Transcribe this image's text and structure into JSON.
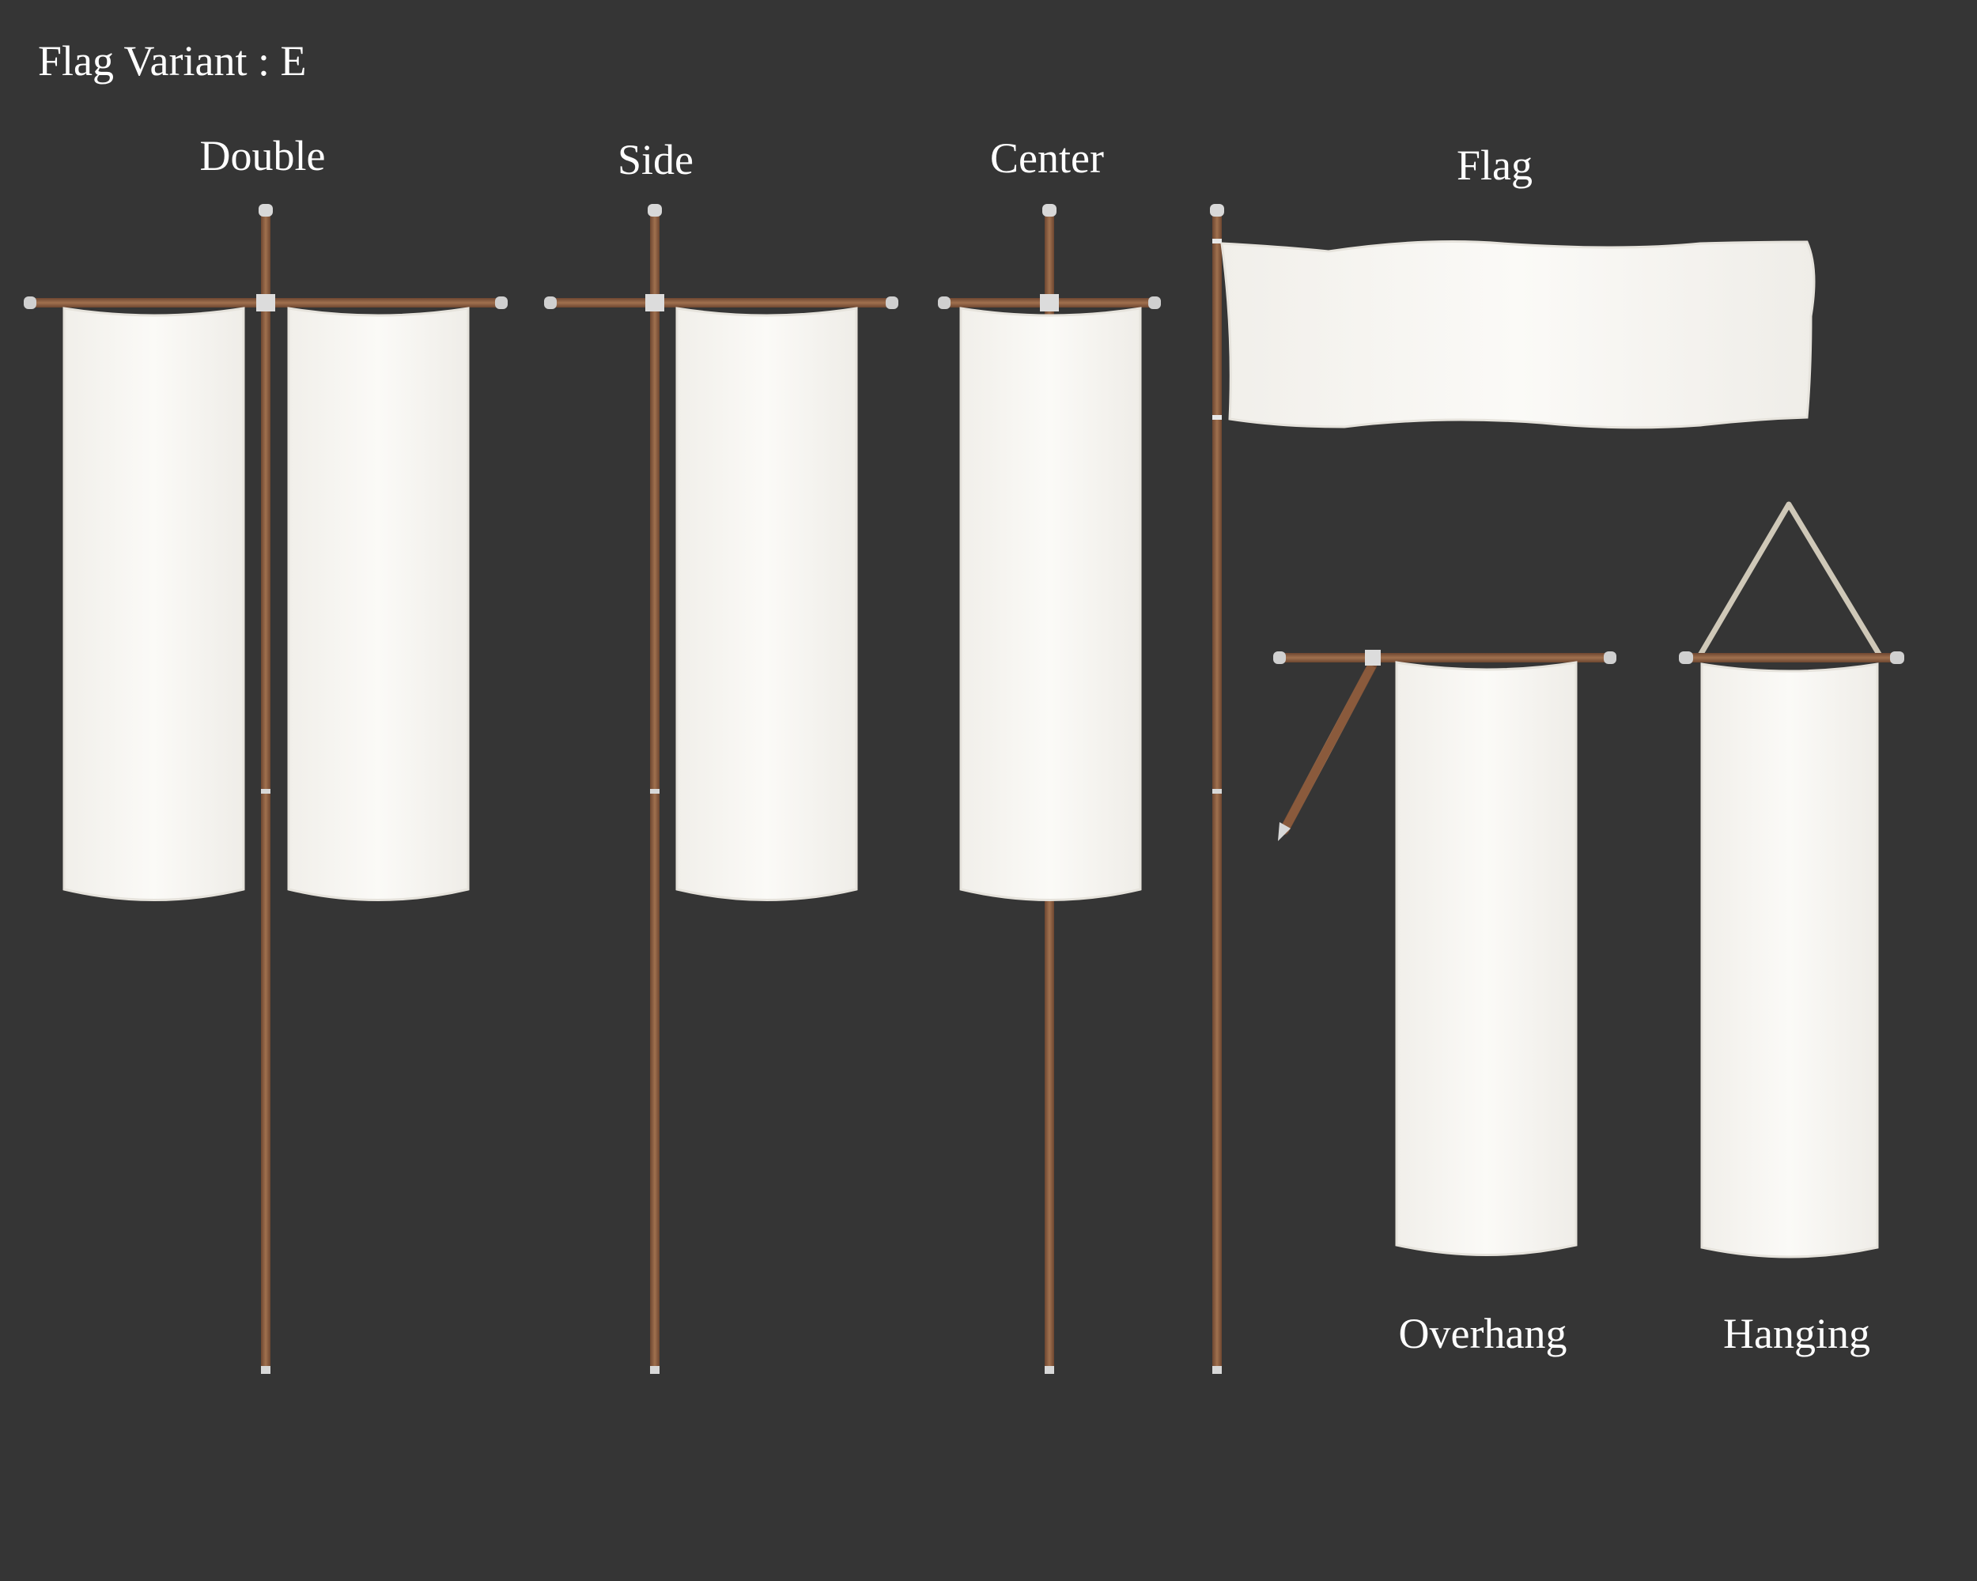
{
  "title": "Flag Variant : E",
  "variants": [
    {
      "id": "double",
      "label": "Double"
    },
    {
      "id": "side",
      "label": "Side"
    },
    {
      "id": "center",
      "label": "Center"
    },
    {
      "id": "flag",
      "label": "Flag"
    },
    {
      "id": "overhang",
      "label": "Overhang"
    },
    {
      "id": "hanging",
      "label": "Hanging"
    }
  ],
  "colors": {
    "background": "#353535",
    "wood": "#8a5a3c",
    "metal": "#d8d8d8",
    "cloth": "#f6f4f0",
    "rope": "#cfc8b8"
  }
}
